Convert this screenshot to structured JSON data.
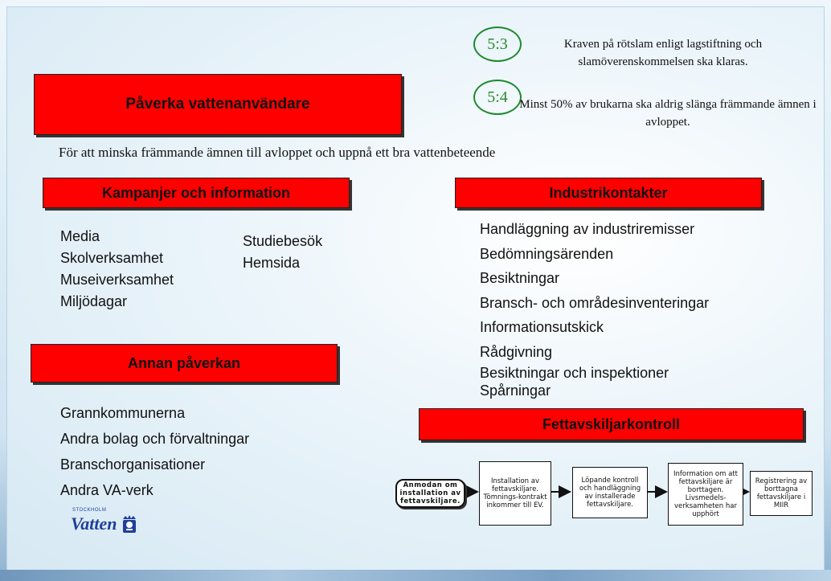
{
  "goals": [
    {
      "num": "5:3",
      "text": "Kraven på rötslam enligt lagstiftning och slamöverenskommelsen ska klaras."
    },
    {
      "num": "5:4",
      "text": "Minst 50% av brukarna ska aldrig slänga främmande ämnen i avloppet."
    }
  ],
  "title": "Påverka vattenanvändare",
  "subtitle": "För att minska främmande ämnen till avloppet och uppnå ett bra vattenbeteende",
  "kampanjer": {
    "heading": "Kampanjer och information",
    "col1": [
      "Media",
      "Skolverksamhet",
      "Museiverksamhet",
      "Miljödagar"
    ],
    "col2": [
      "Studiebesök",
      "Hemsida"
    ]
  },
  "annan": {
    "heading": "Annan påverkan",
    "items": [
      "Grannkommunerna",
      "Andra bolag och förvaltningar",
      "Branschorganisationer",
      "Andra VA-verk"
    ]
  },
  "industri": {
    "heading": "Industrikontakter",
    "items": [
      "Handläggning av industriremisser",
      "Bedömningsärenden",
      "Besiktningar",
      "Bransch- och områdesinventeringar",
      "Informationsutskick",
      "Rådgivning",
      "Besiktningar och inspektioner",
      "Spårningar"
    ]
  },
  "fett": {
    "heading": "Fettavskiljarkontroll",
    "steps": [
      "Anmodan om installation av fettavskiljare.",
      "Installation av fettavskiljare. Tömnings-kontrakt inkommer till EV.",
      "Löpande kontroll och handläggning av installerade fettavskiljare.",
      "Information om att fettavskiljare är borttagen. Livsmedels-verksamheten har upphört",
      "Registrering av borttagna fettavskiljare i MIIR"
    ]
  },
  "logo": {
    "small": "STOCKHOLM",
    "name": "Vatten"
  },
  "colors": {
    "red": "#ff0000",
    "green": "#1e8a2e"
  }
}
